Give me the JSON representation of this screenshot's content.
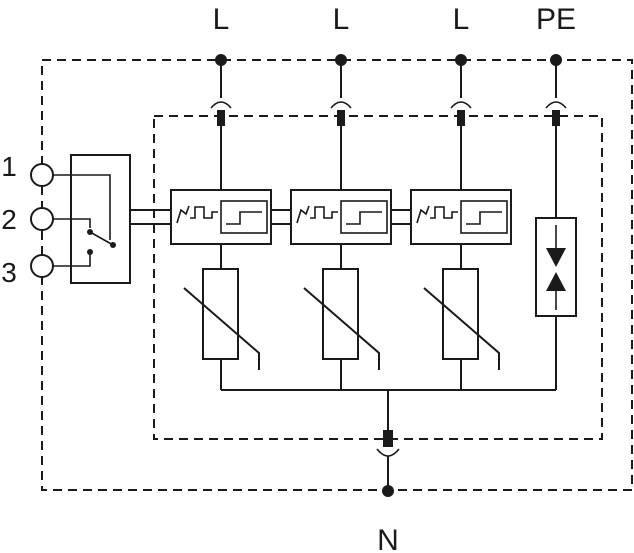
{
  "terminals": {
    "top": [
      {
        "label": "L"
      },
      {
        "label": "L"
      },
      {
        "label": "L"
      },
      {
        "label": "PE"
      }
    ],
    "bottom": {
      "label": "N"
    },
    "remote_contacts": [
      {
        "label": "1"
      },
      {
        "label": "2"
      },
      {
        "label": "3"
      }
    ]
  },
  "colors": {
    "line": "#1a1a1a",
    "background": "#ffffff"
  },
  "components": {
    "varistor_icon": "varistor-icon",
    "gas_discharge_tube_icon": "gas-discharge-tube-icon",
    "thermal_disconnector_icon": "thermal-disconnector-icon",
    "fuse_icon": "fuse-icon",
    "changeover_switch_icon": "changeover-switch-icon"
  }
}
